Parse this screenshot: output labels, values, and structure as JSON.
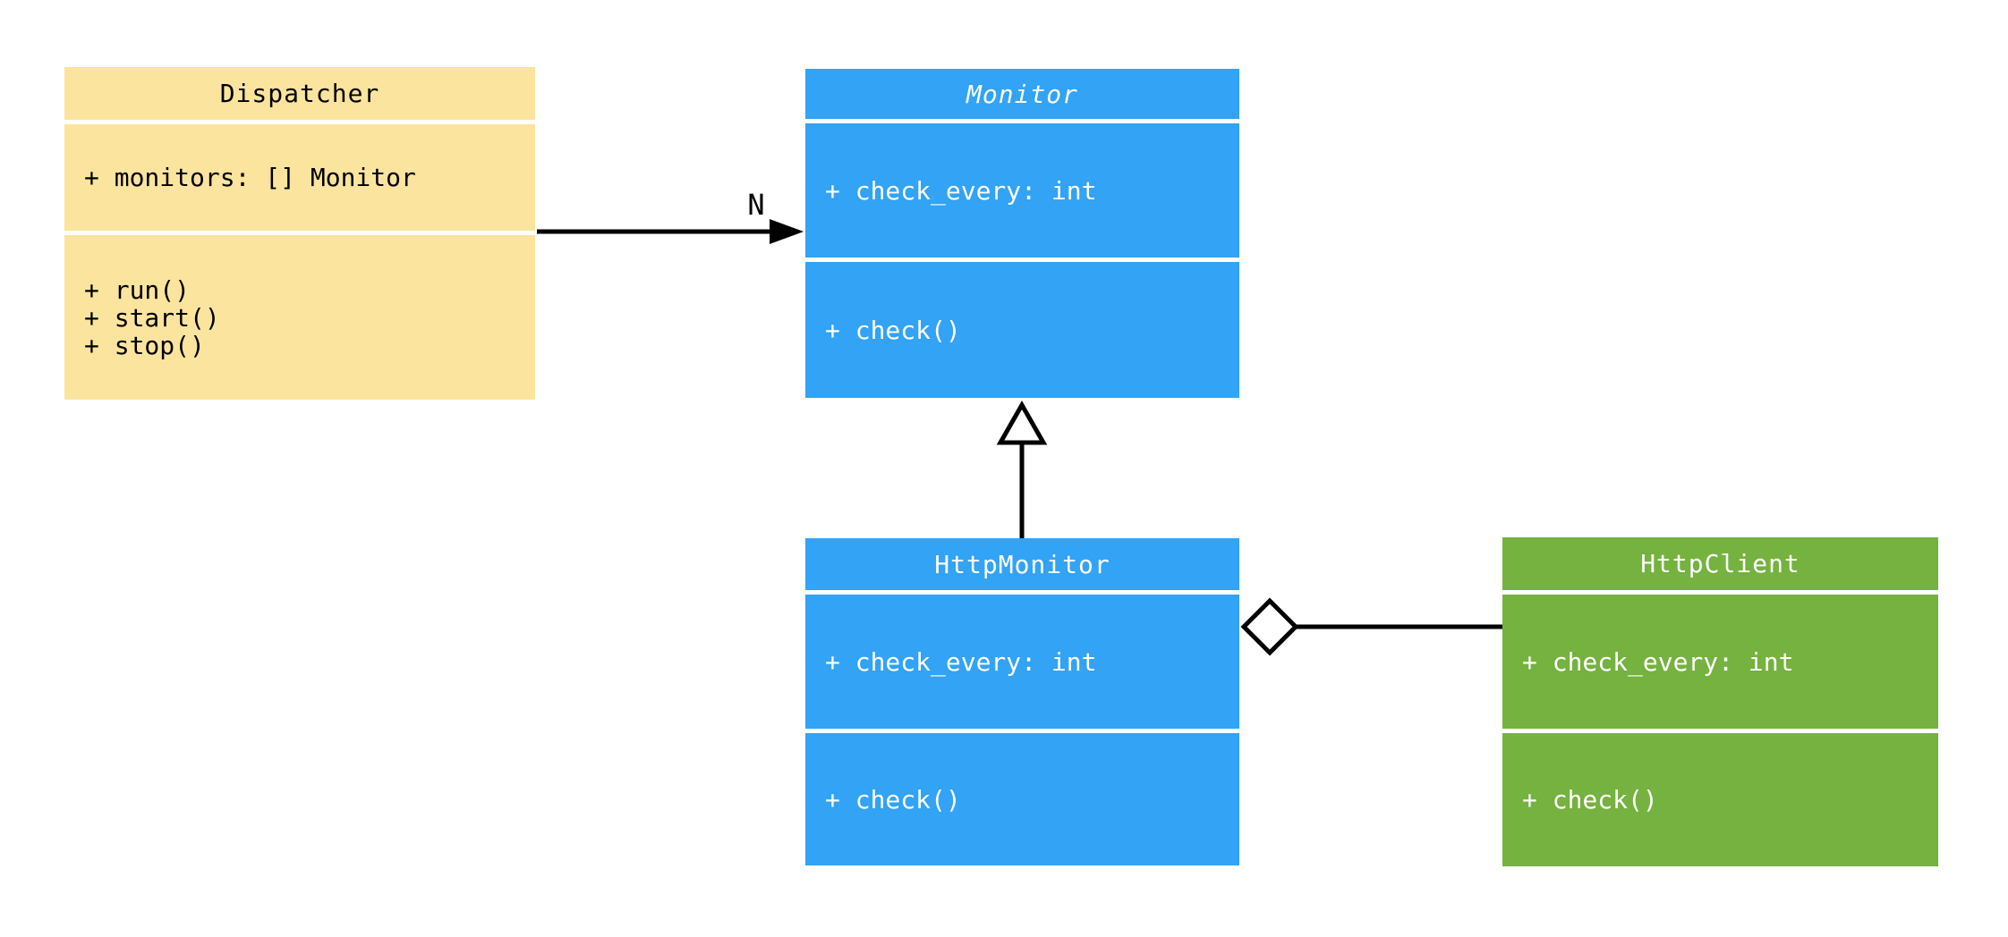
{
  "diagram": {
    "type": "uml-class-diagram",
    "background": "#ffffff",
    "colors": {
      "dispatcher_fill": "#FAE49E",
      "monitor_fill": "#32A3F5",
      "httpclient_fill": "#76B23F",
      "edge_color": "#000000",
      "dark_text": "#000000",
      "light_text": "#FFFFFF"
    },
    "classes": [
      {
        "name": "Dispatcher",
        "abstract": false,
        "title_style": "normal",
        "fill": "#FAE49E",
        "text_color": "#000000",
        "attributes": [
          "+ monitors: [] Monitor"
        ],
        "methods": [
          "+ run()",
          "+ start()",
          "+ stop()"
        ]
      },
      {
        "name": "Monitor",
        "abstract": true,
        "title_style": "italic",
        "fill": "#32A3F5",
        "text_color": "#FFFFFF",
        "attributes": [
          "+ check_every: int"
        ],
        "methods": [
          "+ check()"
        ]
      },
      {
        "name": "HttpMonitor",
        "abstract": false,
        "title_style": "normal",
        "fill": "#32A3F5",
        "text_color": "#FFFFFF",
        "attributes": [
          "+ check_every: int"
        ],
        "methods": [
          "+ check()"
        ]
      },
      {
        "name": "HttpClient",
        "abstract": false,
        "title_style": "normal",
        "fill": "#76B23F",
        "text_color": "#FFFFFF",
        "attributes": [
          "+ check_every: int"
        ],
        "methods": [
          "+ check()"
        ]
      }
    ],
    "connectors": [
      {
        "type": "association",
        "from": "Dispatcher",
        "to": "Monitor",
        "label": "N"
      },
      {
        "type": "inheritance",
        "from": "HttpMonitor",
        "to": "Monitor",
        "label": ""
      },
      {
        "type": "aggregation",
        "from": "HttpMonitor",
        "to": "HttpClient",
        "label": ""
      }
    ]
  }
}
